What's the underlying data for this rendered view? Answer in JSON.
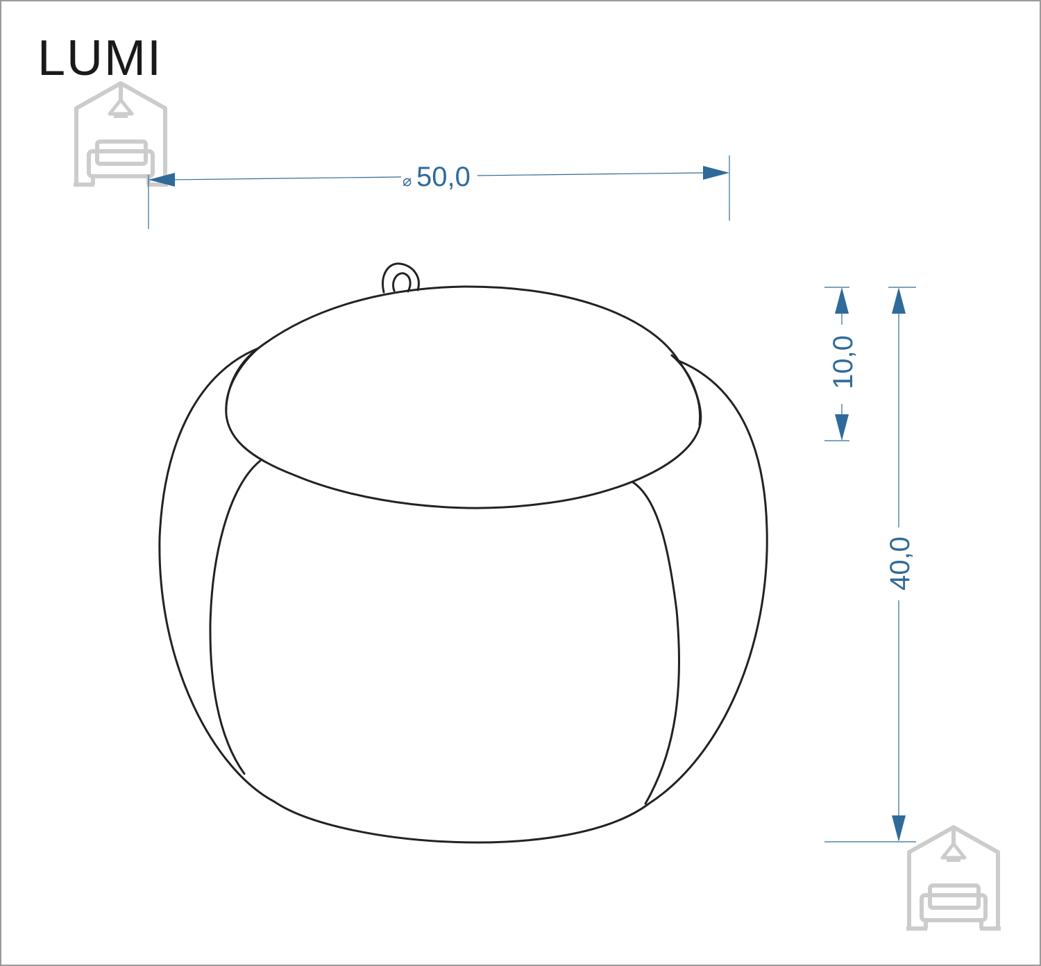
{
  "product": {
    "name": "LUMI"
  },
  "dimensions": {
    "diameter": {
      "symbol": "⌀",
      "value": "50,0"
    },
    "lid_height": {
      "value": "10,0"
    },
    "total_height": {
      "value": "40,0"
    }
  },
  "colors": {
    "dimension_line": "#2f6b9a",
    "outline": "#222222",
    "watermark": "#cccccc"
  },
  "icons": {
    "watermark": "house-with-sofa-icon"
  }
}
